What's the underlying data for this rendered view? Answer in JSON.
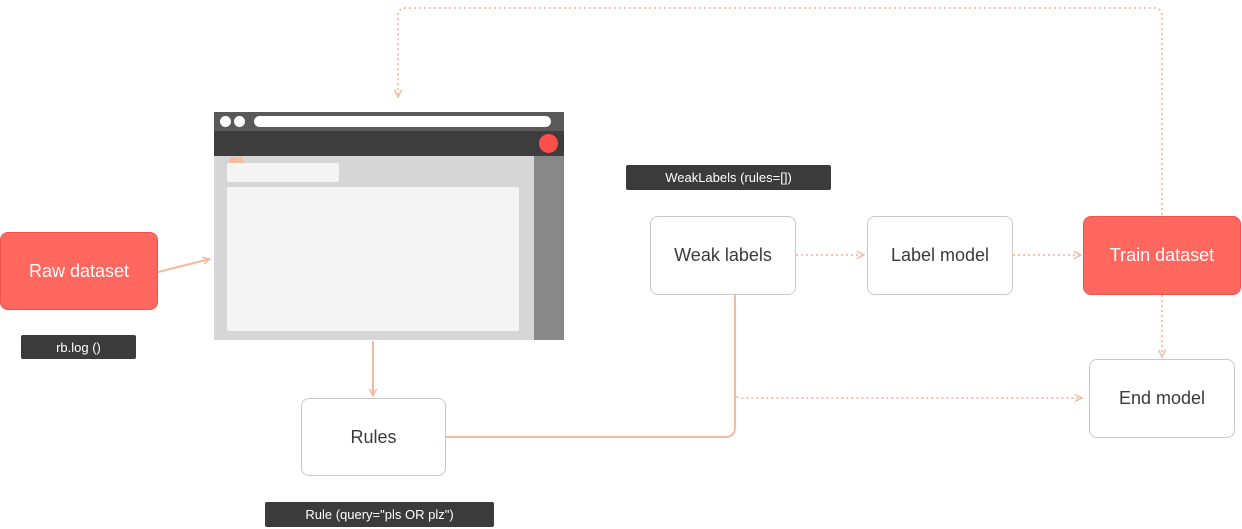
{
  "nodes": {
    "raw_dataset": "Raw dataset",
    "rules": "Rules",
    "weak_labels": "Weak labels",
    "label_model": "Label model",
    "train_dataset": "Train dataset",
    "end_model": "End model"
  },
  "code_tags": {
    "rb_log": "rb.log ()",
    "rule_query": "Rule (query=\"pls OR plz\")",
    "weak_labels_call": "WeakLabels (rules=[])"
  },
  "colors": {
    "node_highlight": "#ff675f",
    "arrow": "#f5b9a0",
    "tag_background": "#3b3b3b",
    "app_record_button": "#ff4f4a",
    "app_logo": "#f5b9a0"
  },
  "icons": {
    "app": "argilla-logo-icon"
  }
}
